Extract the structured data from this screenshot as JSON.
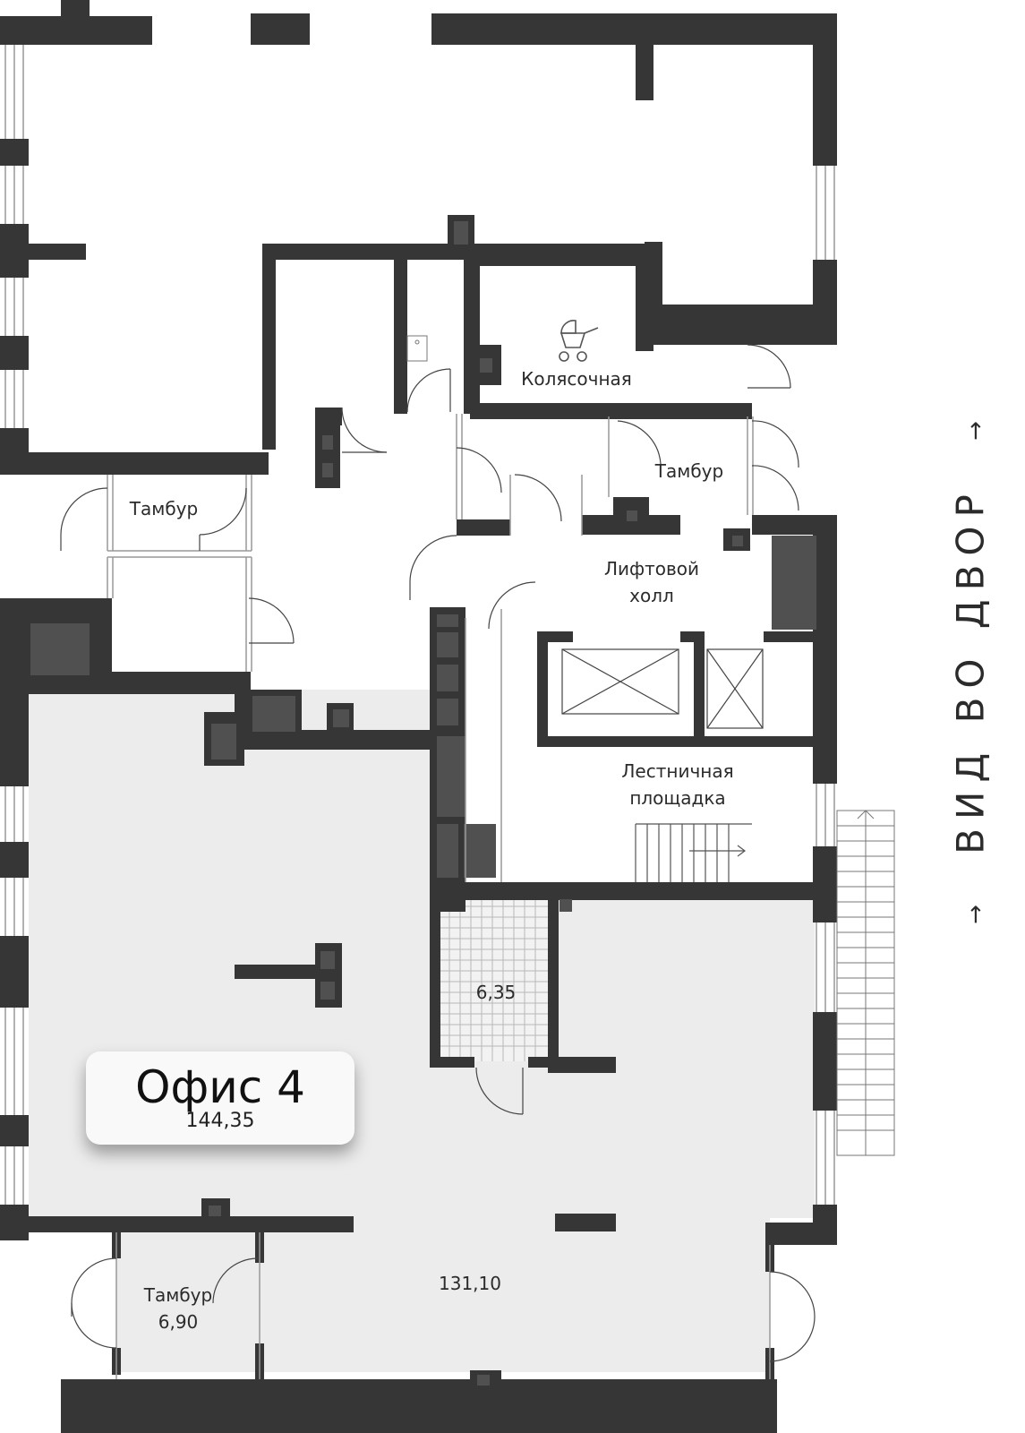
{
  "colors": {
    "wall": "#363636",
    "shaft": "#505050",
    "office_fill": "#ececec",
    "tile_fill": "#f0f0f0",
    "line": "#444444"
  },
  "rooms": {
    "stroller_room": "Колясочная",
    "vestibule_top_right": "Тамбур",
    "vestibule_left": "Тамбур",
    "elevator_hall": "Лифтовой\nхолл",
    "stair_landing": "Лестничная\nплощадка",
    "bathroom_area": "6,35",
    "office_lower_area": "131,10",
    "vestibule_bottom": "Тамбур\n6,90"
  },
  "office": {
    "title": "Офис 4",
    "area": "144,35"
  },
  "view_label": "ВИД ВО ДВОР",
  "view_arrow": "→",
  "icons": [
    "stroller-icon",
    "elevator-icon",
    "stairs-icon",
    "sink-icon"
  ]
}
